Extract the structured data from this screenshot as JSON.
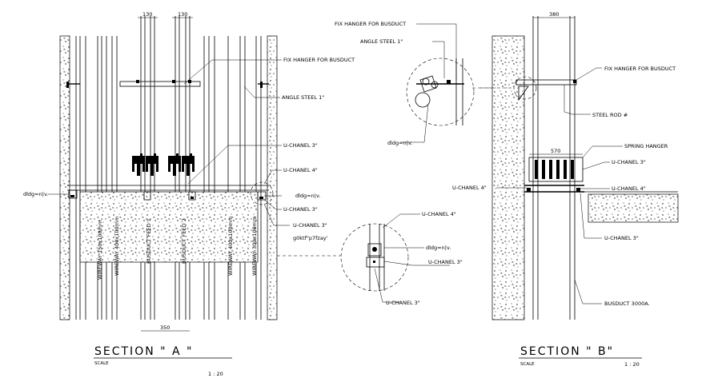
{
  "section_a": {
    "title": "SECTION \" A \"",
    "scale_label": "SCALE",
    "scale_value": "1 : 20",
    "dim_top_1": "130",
    "dim_top_2": "130",
    "dim_bottom": "350",
    "labels": {
      "fix_hanger": "FIX HANGER FOR BUSDUCT",
      "angle_steel": "ANGLE STEEL 1\"",
      "u_chanel_3_top": "U-CHANEL 3\"",
      "u_chanel_4": "U-CHANEL 4\"",
      "dldg_left": "dldg=n|v.",
      "dldg_right": "dldg=n|v.",
      "u_chanel_3_mid": "U-CHANEL 3\"",
      "u_chanel_3_low": "U-CHANEL 3\"",
      "gokt": "g0ktf\"p7fzay'"
    },
    "vertical_labels": {
      "wireway_1": "WIREWAY 150x100mm",
      "wireway_2": "WIREWAY 400x100mm",
      "busduct_1": "BUSDUCT FEED 1",
      "busduct_2": "BUSDUCT FEED 2",
      "wireway_3": "WIREWAY 400x100mm",
      "wireway_4": "WIREWAY 300x100mm"
    }
  },
  "detail_top": {
    "fix_hanger": "FIX HANGER FOR BUSDUCT",
    "angle_steel": "ANGLE STEEL 1\"",
    "dldg": "dldg=n|v."
  },
  "detail_bottom": {
    "u_chanel_4": "U-CHANEL 4\"",
    "dldg": "dldg=n|v.",
    "u_chanel_3_right": "U-CHANEL 3\"",
    "u_chanel_3_bottom": "U-CHANEL 3\""
  },
  "section_b": {
    "title": "SECTION \" B\"",
    "scale_label": "SCALE",
    "scale_value": "1 : 20",
    "dim_top": "380",
    "dim_hanger": "570",
    "labels": {
      "fix_hanger": "FIX HANGER FOR BUSDUCT",
      "steel_rod": "STEEL ROD #",
      "spring_hanger": "SPRING HANGER",
      "u_chanel_3_top": "U-CHANEL 3\"",
      "u_chanel_4_left": "U-CHANEL 4\"",
      "u_chanel_4_right": "U-CHANEL 4\"",
      "u_chanel_3_bottom": "U-CHANEL 3\"",
      "busduct": "BUSDUCT 3000A."
    }
  }
}
